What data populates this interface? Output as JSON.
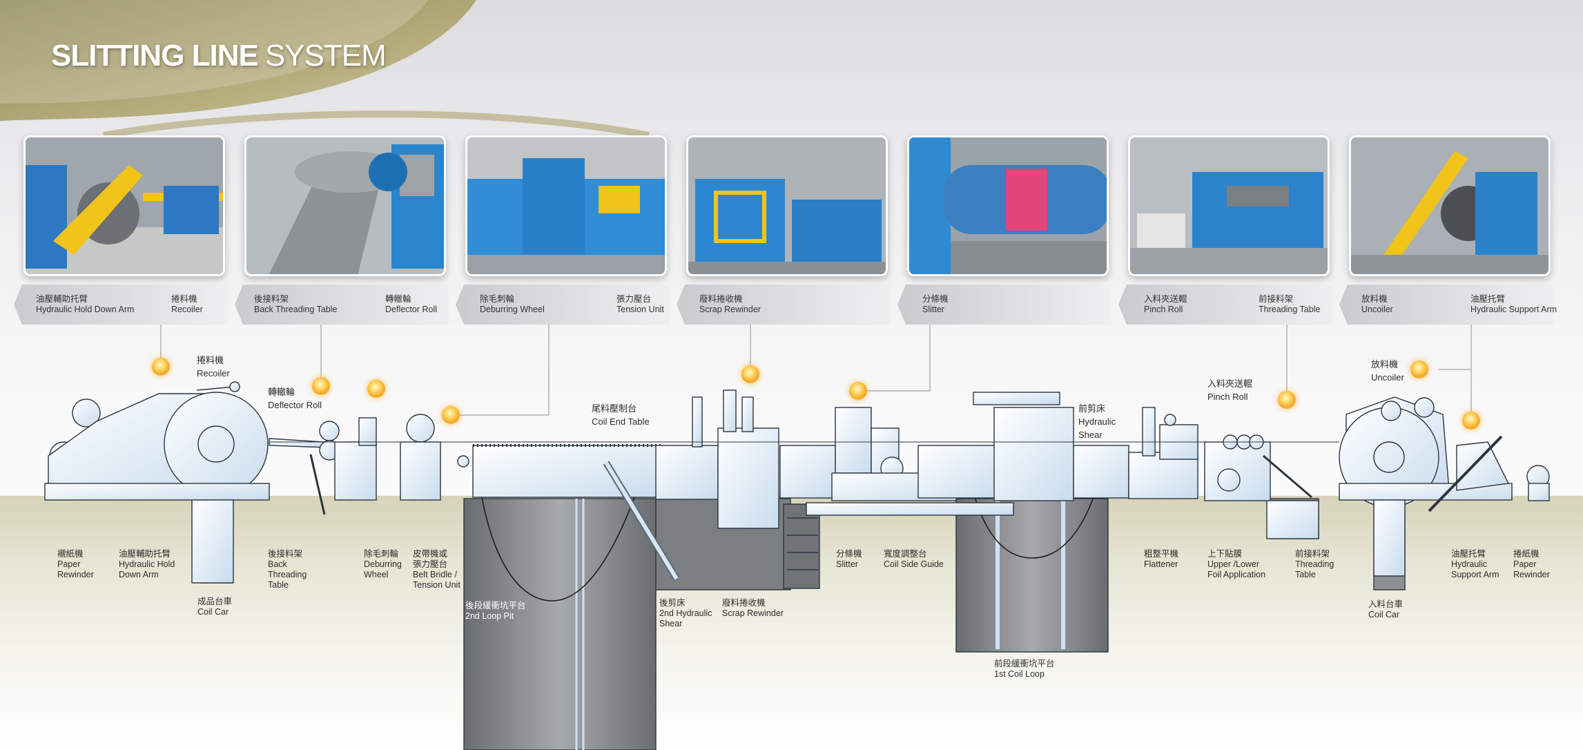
{
  "title": {
    "strong": "SLITTING LINE",
    "light": "SYSTEM"
  },
  "photos": [
    {
      "name": "photo-hydraulic-arm"
    },
    {
      "name": "photo-threading-table"
    },
    {
      "name": "photo-deburring"
    },
    {
      "name": "photo-scrap-rewinder"
    },
    {
      "name": "photo-slitter"
    },
    {
      "name": "photo-pinch-roll"
    },
    {
      "name": "photo-uncoiler"
    }
  ],
  "bands": [
    {
      "left_zh": "油壓輔助托臂",
      "left_en": "Hydraulic Hold Down Arm",
      "right_zh": "捲料機",
      "right_en": "Recoiler"
    },
    {
      "left_zh": "後接料架",
      "left_en": "Back Threading Table",
      "right_zh": "轉轍輪",
      "right_en": "Deflector Roll"
    },
    {
      "left_zh": "除毛刺輪",
      "left_en": "Deburring Wheel",
      "right_zh": "張力壓台",
      "right_en": "Tension Unit"
    },
    {
      "left_zh": "廢料捲收機",
      "left_en": "Scrap Rewinder",
      "right_zh": "",
      "right_en": ""
    },
    {
      "left_zh": "分條機",
      "left_en": "Slitter",
      "right_zh": "",
      "right_en": ""
    },
    {
      "left_zh": "入料夾送輥",
      "left_en": "Pinch Roll",
      "right_zh": "前接料架",
      "right_en": "Threading Table"
    },
    {
      "left_zh": "放料機",
      "left_en": "Uncoiler",
      "right_zh": "油壓托臂",
      "right_en": "Hydraulic Support Arm"
    }
  ],
  "callouts": {
    "recoiler": {
      "zh": "捲料機",
      "en": "Recoiler"
    },
    "deflector": {
      "zh": "轉轍輪",
      "en": "Deflector Roll"
    },
    "coil_end": {
      "zh": "尾料壓制台",
      "en": "Coil End Table"
    },
    "hydraulic_shear": {
      "zh": "前剪床",
      "en1": "Hydraulic",
      "en2": "Shear"
    },
    "pinch_roll": {
      "zh": "入料夾送輥",
      "en": "Pinch Roll"
    },
    "uncoiler": {
      "zh": "放料機",
      "en": "Uncoiler"
    }
  },
  "bottom_labels": {
    "paper_rewinder_left": {
      "zh": "襯紙機",
      "en1": "Paper",
      "en2": "Rewinder"
    },
    "hold_down_arm": {
      "zh": "油壓輔助托臂",
      "en1": "Hydraulic Hold",
      "en2": "Down Arm"
    },
    "coil_car_left": {
      "zh": "成品台車",
      "en": "Coil Car"
    },
    "back_threading": {
      "zh": "後接料架",
      "en1": "Back",
      "en2": "Threading",
      "en3": "Table"
    },
    "deburring": {
      "zh": "除毛刺輪",
      "en1": "Deburring",
      "en2": "Wheel"
    },
    "belt_bridle": {
      "zh1": "皮帶機或",
      "zh2": "張力壓台",
      "en1": "Belt Bridle /",
      "en2": "Tension Unit"
    },
    "loop_pit_2": {
      "zh": "後段緩衝坑平台",
      "en": "2nd Loop Pit"
    },
    "shear_2": {
      "zh": "後剪床",
      "en1": "2nd Hydraulic",
      "en2": "Shear"
    },
    "scrap_rewinder": {
      "zh": "廢料捲收機",
      "en": "Scrap Rewinder"
    },
    "slitter": {
      "zh": "分條機",
      "en": "Slitter"
    },
    "side_guide": {
      "zh": "寬度調整台",
      "en": "Coil Side Guide"
    },
    "coil_loop_1": {
      "zh": "前段緩衝坑平台",
      "en": "1st Coil Loop"
    },
    "flattener": {
      "zh": "粗整平機",
      "en": "Flattener"
    },
    "foil": {
      "zh": "上下貼膜",
      "en1": "Upper /Lower",
      "en2": "Foil  Application"
    },
    "threading_table": {
      "zh": "前接料架",
      "en1": "Threading",
      "en2": "Table"
    },
    "coil_car_right": {
      "zh": "入料台車",
      "en": "Coil Car"
    },
    "support_arm": {
      "zh": "油壓托臂",
      "en1": "Hydraulic",
      "en2": "Support Arm"
    },
    "paper_rewinder_right": {
      "zh": "捲紙機",
      "en1": "Paper",
      "en2": "Rewinder"
    }
  },
  "colors": {
    "machine_fill": "#d9e9f6",
    "machine_stroke": "#2b3440",
    "gold": "#a49a6a",
    "blue": "#1f8fd6",
    "yellow": "#f2c200"
  }
}
